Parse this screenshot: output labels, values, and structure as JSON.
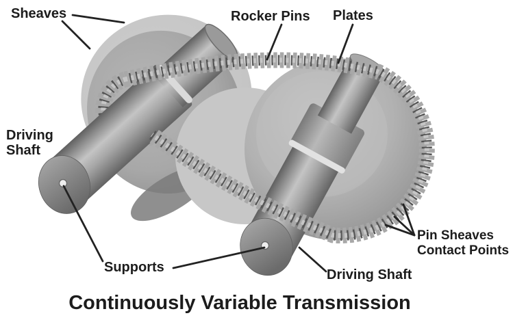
{
  "title": {
    "text": "Continuously Variable Transmission"
  },
  "labels": {
    "sheaves": "Sheaves",
    "rocker_pins": "Rocker Pins",
    "plates": "Plates",
    "driving_shaft_left": "Driving Shaft",
    "supports": "Supports",
    "driving_shaft_right": "Driving Shaft",
    "pin_sheaves_line1": "Pin Sheaves",
    "pin_sheaves_line2": "Contact Points"
  },
  "colors": {
    "background": "#ffffff",
    "text": "#1c1c1c",
    "leader_line": "#222222",
    "sheave_light": "#c9c9c9",
    "sheave_mid": "#a8a8a8",
    "disc_face": "#b5b5b5",
    "shaft_highlight": "#c4c4c4",
    "shaft_shadow": "#636363",
    "chain_plate": "#a8a8a8",
    "chain_pin_dark": "#555555"
  }
}
